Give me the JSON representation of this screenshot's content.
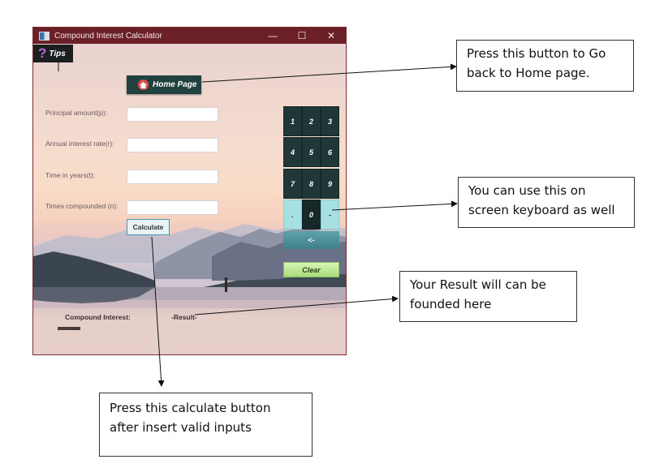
{
  "window": {
    "title": "Compound Interest Calculator",
    "controls": {
      "minimize": "—",
      "maximize": "☐",
      "close": "✕"
    },
    "title_bar_color": "#6b1f27"
  },
  "tips": {
    "label": "Tips",
    "icon": "question-mark-icon",
    "glyph": "?"
  },
  "home": {
    "label": "Home Page",
    "icon": "home-icon"
  },
  "form": {
    "fields": [
      {
        "label": "Principal amount(p):",
        "value": ""
      },
      {
        "label": "Annual interest rate(r):",
        "value": ""
      },
      {
        "label": "Time in years(t):",
        "value": ""
      },
      {
        "label": "Times compounded (n):",
        "value": ""
      }
    ],
    "calculate_label": "Calculate"
  },
  "keypad": {
    "keys": [
      "1",
      "2",
      "3",
      "4",
      "5",
      "6",
      "7",
      "8",
      "9",
      ".",
      "0",
      "-"
    ],
    "backspace_label": "<-",
    "clear_label": "Clear",
    "dark_color": "#1f3837",
    "light_color": "#a7e0e3"
  },
  "result": {
    "label": "Compound Interest:",
    "value": "-Result-"
  },
  "annotations": {
    "home": [
      "Press this button to Go",
      "back to Home page."
    ],
    "keyboard": [
      "You can use this on",
      "screen keyboard as well"
    ],
    "result": [
      "Your Result will can be",
      "founded here"
    ],
    "calculate": [
      "Press this calculate button",
      "after insert valid inputs"
    ]
  }
}
